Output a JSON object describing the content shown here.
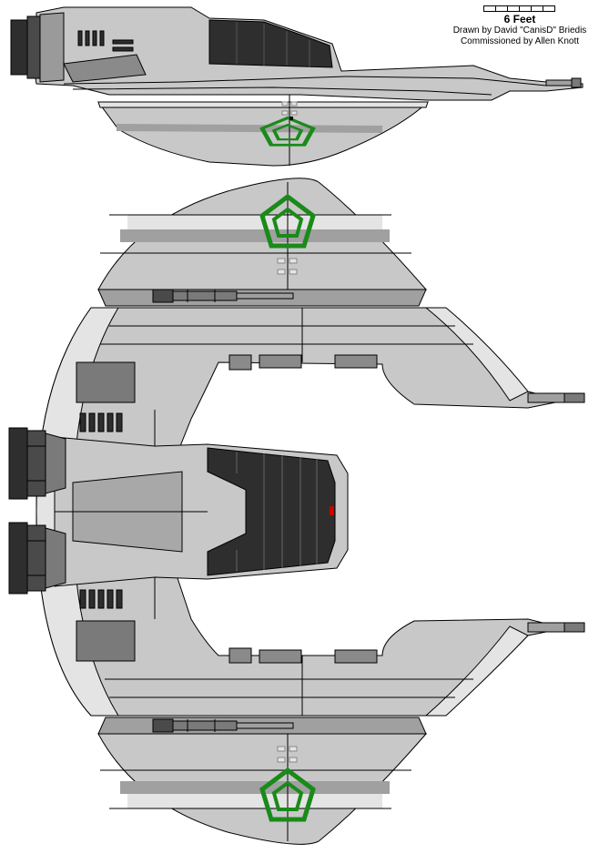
{
  "scale": {
    "label": "6 Feet",
    "segments": 6
  },
  "credits": {
    "drawn_by": "Drawn by David \"CanisD\" Briedis",
    "commissioned_by": "Commissioned by Allen Knott"
  },
  "colors": {
    "hull_light": "#c8c8c8",
    "hull_pale": "#e4e4e4",
    "hull_mid": "#a0a0a0",
    "hull_dark": "#7a7a7a",
    "panel_darkest": "#2e2e2e",
    "panel_dark": "#4a4a4a",
    "outline": "#000000",
    "emblem_green": "#1a8a1a",
    "cockpit_red": "#cc0000",
    "background": "#ffffff"
  },
  "views": [
    "side-profile",
    "top-plan"
  ]
}
